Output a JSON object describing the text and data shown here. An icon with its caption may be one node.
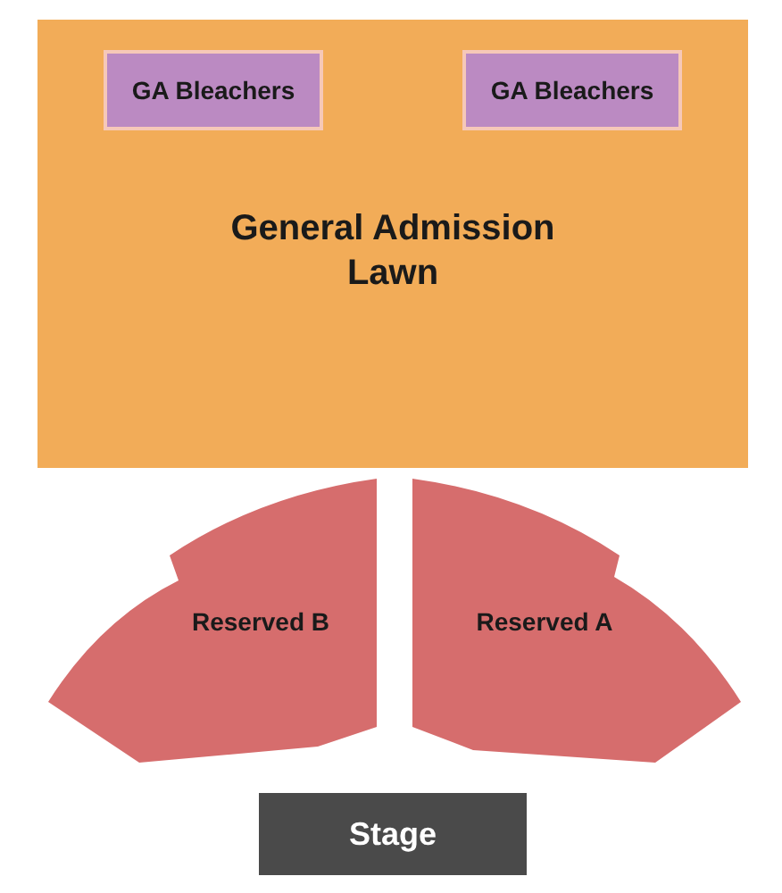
{
  "diagram": {
    "nodes": [
      {
        "text": [
          "General Admission Lawn"
        ]
      },
      {
        "text": [
          "GA Bleachers"
        ],
        "in": 0
      },
      {
        "text": [
          "GA Bleachers"
        ],
        "in": 0
      },
      {
        "text": [
          "Reserved B"
        ]
      },
      {
        "text": [
          "Reserved A"
        ]
      },
      {
        "text": [
          "Stage"
        ]
      }
    ]
  }
}
